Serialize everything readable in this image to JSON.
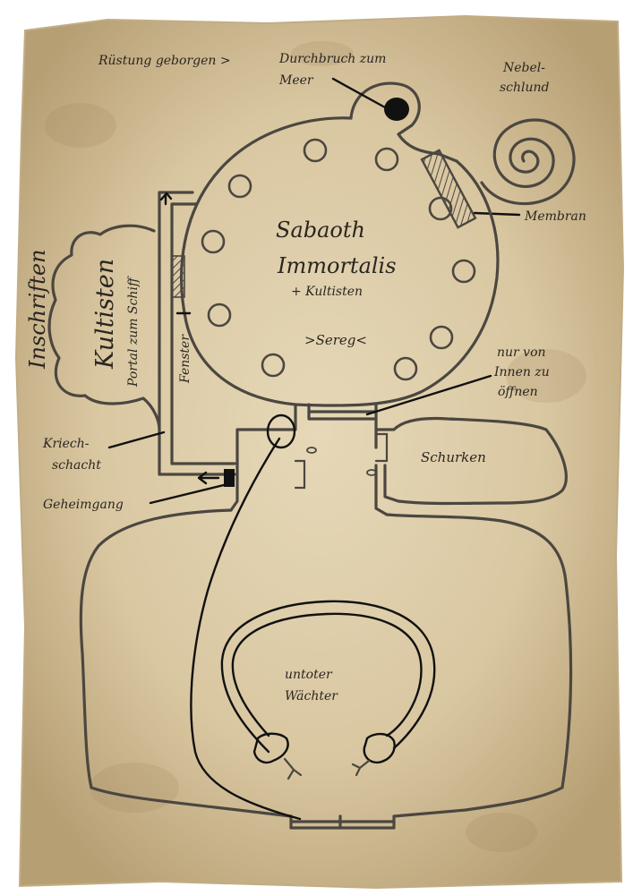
{
  "labels": {
    "ruestung": "Rüstung geborgen >",
    "durchbruch_1": "Durchbruch zum",
    "durchbruch_2": "Meer",
    "nebel_1": "Nebel-",
    "nebel_2": "schlund",
    "membran": "Membran",
    "sabaoth": "Sabaoth",
    "immortalis": "Immortalis",
    "kultisten_plus": "+ Kultisten",
    "sereg": ">Sereg<",
    "innen_1": "nur von",
    "innen_2": "Innen zu",
    "innen_3": "öffnen",
    "inschriften": "Inschriften",
    "kultisten": "Kultisten",
    "portal": "Portal zum Schiff",
    "fenster": "Fenster",
    "kriech_1": "Kriech-",
    "kriech_2": "schacht",
    "geheimgang": "Geheimgang",
    "schurken": "Schurken",
    "waechter_1": "untoter",
    "waechter_2": "Wächter"
  },
  "colors": {
    "parchment": "#d8c7a4",
    "ink": "#111111",
    "wall": "#4b4740"
  }
}
